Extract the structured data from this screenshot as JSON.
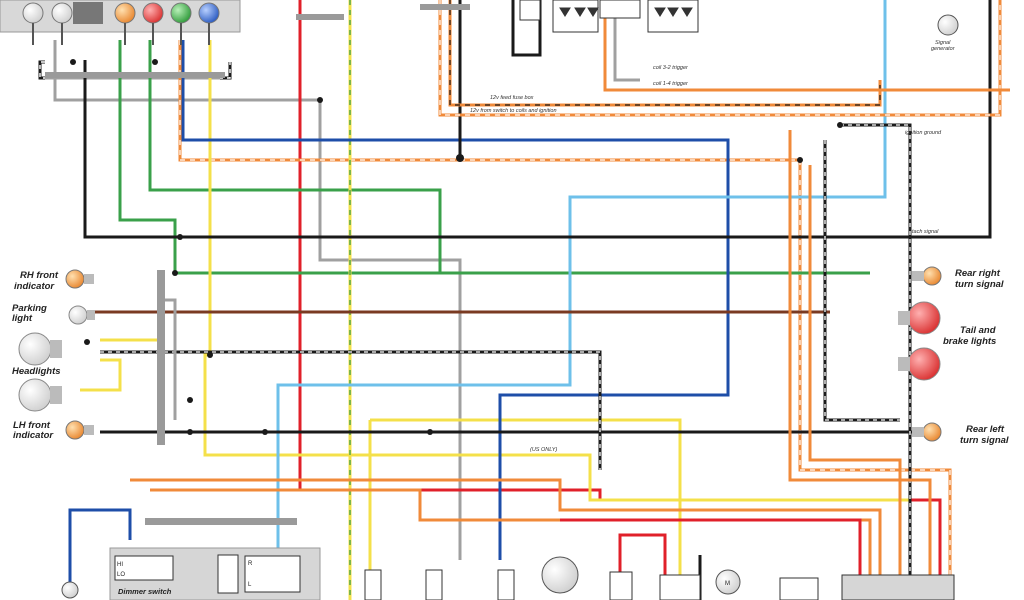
{
  "labels": {
    "rh_front_indicator": [
      "RH front",
      "indicator"
    ],
    "parking_light": [
      "Parking",
      "light"
    ],
    "headlights": "Headlights",
    "lh_front_indicator": [
      "LH front",
      "indicator"
    ],
    "rear_right_turn_signal": [
      "Rear right",
      "turn signal"
    ],
    "tail_and_brake_lights": [
      "Tail and",
      "brake lights"
    ],
    "rear_left_turn_signal": [
      "Rear left",
      "turn signal"
    ],
    "signal_generator": [
      "Signal",
      "generator"
    ],
    "dimmer_switch": "Dimmer switch",
    "dimmer_hi": "HI",
    "dimmer_lo": "LO",
    "switch_r": "R",
    "switch_l": "L",
    "coil_3_2_trigger": "coil 3-2 trigger",
    "coil_1_4_trigger": "coil 1-4 trigger",
    "feed_fuse_box": "12v feed fuse box",
    "switch_to_coils": "12v from switch to coils and ignition",
    "ignition_ground": "ignition ground",
    "tach_signal": "tach signal",
    "us_only": "(US ONLY)",
    "motor": "M"
  },
  "colors": {
    "red": "#e0202a",
    "orange": "#f08a3a",
    "green": "#3aa04a",
    "yellow": "#f4e04a",
    "blue": "#1e4ea8",
    "light_blue": "#6ec0ea",
    "brown": "#7a3a22",
    "black": "#1a1a1a",
    "grey": "#a0a0a0",
    "amber_bulb": "#f2a04a",
    "red_bulb": "#e64a4a",
    "panel_grey": "#d6d6d6"
  }
}
